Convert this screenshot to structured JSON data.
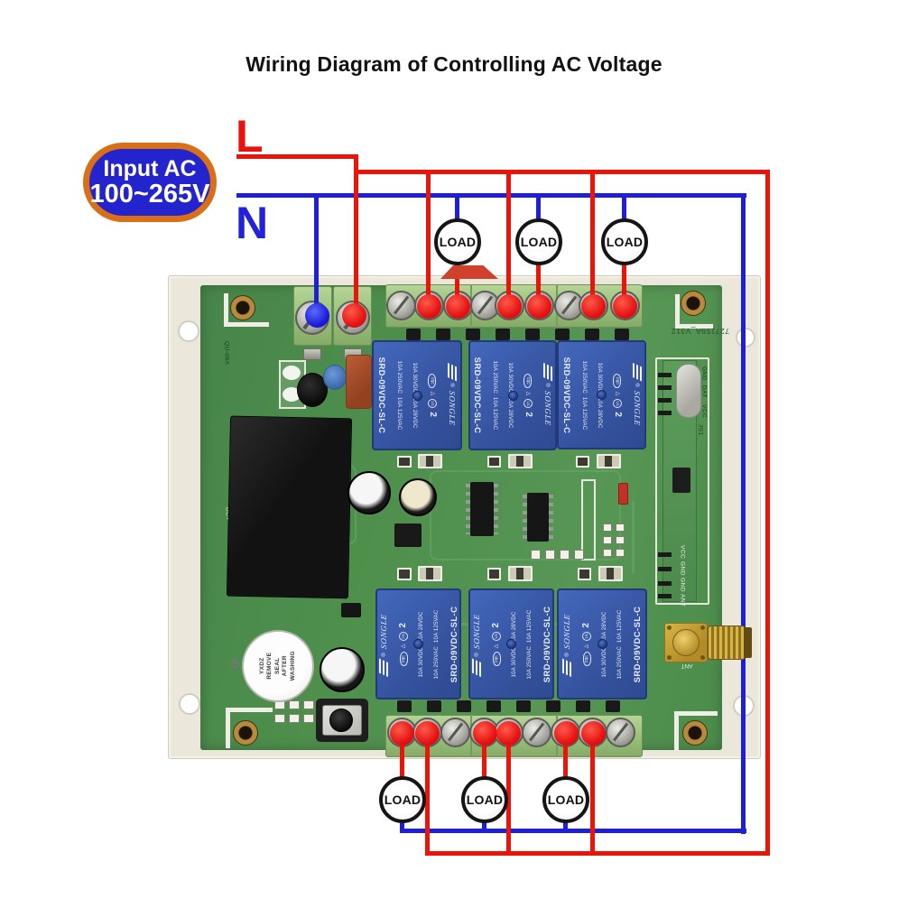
{
  "title": "Wiring Diagram of Controlling AC Voltage",
  "input_label": {
    "line1": "Input AC",
    "line2": "100~265V"
  },
  "mains": {
    "live": "L",
    "neutral": "N"
  },
  "load_label": "LOAD",
  "relay": {
    "brand": "SONGLE",
    "reg": "®",
    "tri": "△",
    "cert_cqc": "cqc",
    "cert_ul": "UL",
    "form_code": "2",
    "ratings_dc": "10A 30VDC   10A 28VDC",
    "ratings_ac": "10A 250VAC  10A 125VAC",
    "model": "SRD-09VDC-SL-C"
  },
  "board": {
    "version_code": "727159A_V312",
    "edge_code": "QU-09A",
    "dc_label": "DC+",
    "buzzer_text": [
      "YXDZ",
      "REMOVE",
      "SEAL",
      "AFTER",
      "WASHING"
    ],
    "receiver": {
      "pin_labels_top": [
        "GND",
        "DAT",
        "VCC"
      ],
      "connector_label": "JS1",
      "pin_labels_bottom": [
        "VCC",
        "GND",
        "GND",
        "ANT"
      ],
      "antenna_label": "ANT"
    }
  },
  "colors": {
    "wire_live": "#ea1408",
    "wire_neutral": "#1f1fd6",
    "letter_l": "#e8140c",
    "letter_n": "#2222d8",
    "label_fill": "#2324cd",
    "label_border": "#d96f16",
    "pcb": "#4e8f4c",
    "terminal_block": "#9cc47e",
    "relay_blue": "#3b5cb0",
    "plate": "#ebe7db"
  }
}
